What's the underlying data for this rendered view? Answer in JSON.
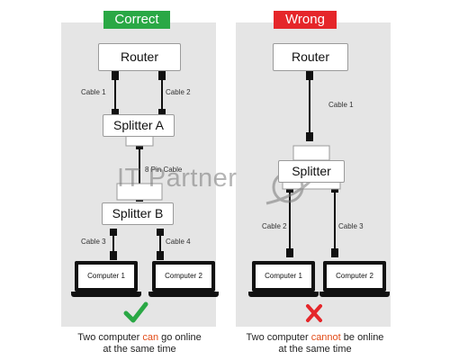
{
  "left": {
    "verdict": "Correct",
    "router": "Router",
    "splitter_a": "Splitter A",
    "splitter_b": "Splitter B",
    "cable1": "Cable 1",
    "cable2": "Cable 2",
    "pin_cable": "8 Pin Cable",
    "cable3": "Cable 3",
    "cable4": "Cable 4",
    "computer1": "Computer 1",
    "computer2": "Computer 2",
    "caption_pre": "Two computer ",
    "caption_highlight": "can",
    "caption_post": " go online",
    "caption_line2": "at the same time",
    "mark": "check-icon"
  },
  "right": {
    "verdict": "Wrong",
    "router": "Router",
    "splitter": "Splitter",
    "cable1": "Cable 1",
    "cable2": "Cable 2",
    "cable3": "Cable 3",
    "computer1": "Computer 1",
    "computer2": "Computer 2",
    "caption_pre": "Two computer ",
    "caption_highlight": "cannot",
    "caption_post": " be online",
    "caption_line2": "at the same time",
    "mark": "x-icon"
  },
  "watermark": "IT Partner",
  "colors": {
    "correct": "#2aa845",
    "wrong": "#e5262a",
    "highlight": "#e24b17"
  }
}
